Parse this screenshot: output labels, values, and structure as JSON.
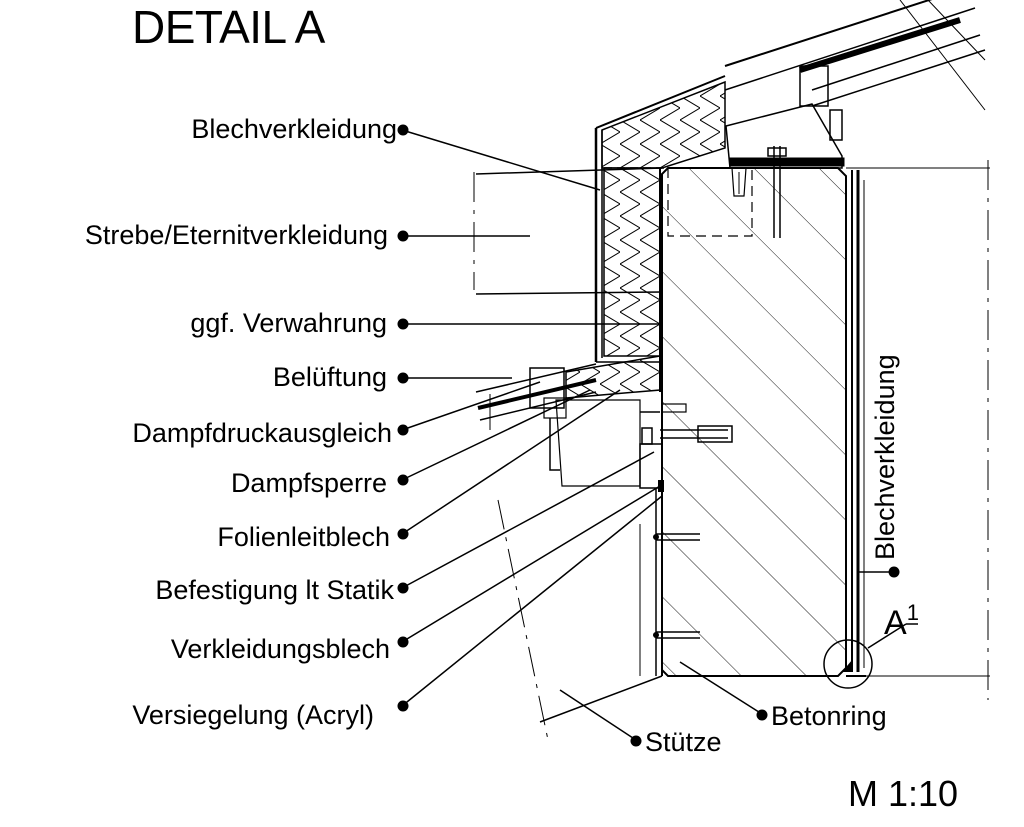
{
  "title": "DETAIL A",
  "scale": "M 1:10",
  "callouts": {
    "blechverkleidung_top": "Blechverkleidung",
    "strebe": "Strebe/Eternitverkleidung",
    "verwahrung": "ggf. Verwahrung",
    "belueftung": "Belüftung",
    "dampfdruckausgleich": "Dampfdruckausgleich",
    "dampfsperre": "Dampfsperre",
    "folienleitblech": "Folienleitblech",
    "befestigung": "Befestigung lt Statik",
    "verkleidungsblech": "Verkleidungsblech",
    "versiegelung": "Versiegelung (Acryl)",
    "stuetze": "Stütze",
    "betonring": "Betonring",
    "blechverkleidung_vertical": "Blechverkleidung"
  },
  "detail_marker": {
    "letter": "A",
    "index": "1"
  }
}
